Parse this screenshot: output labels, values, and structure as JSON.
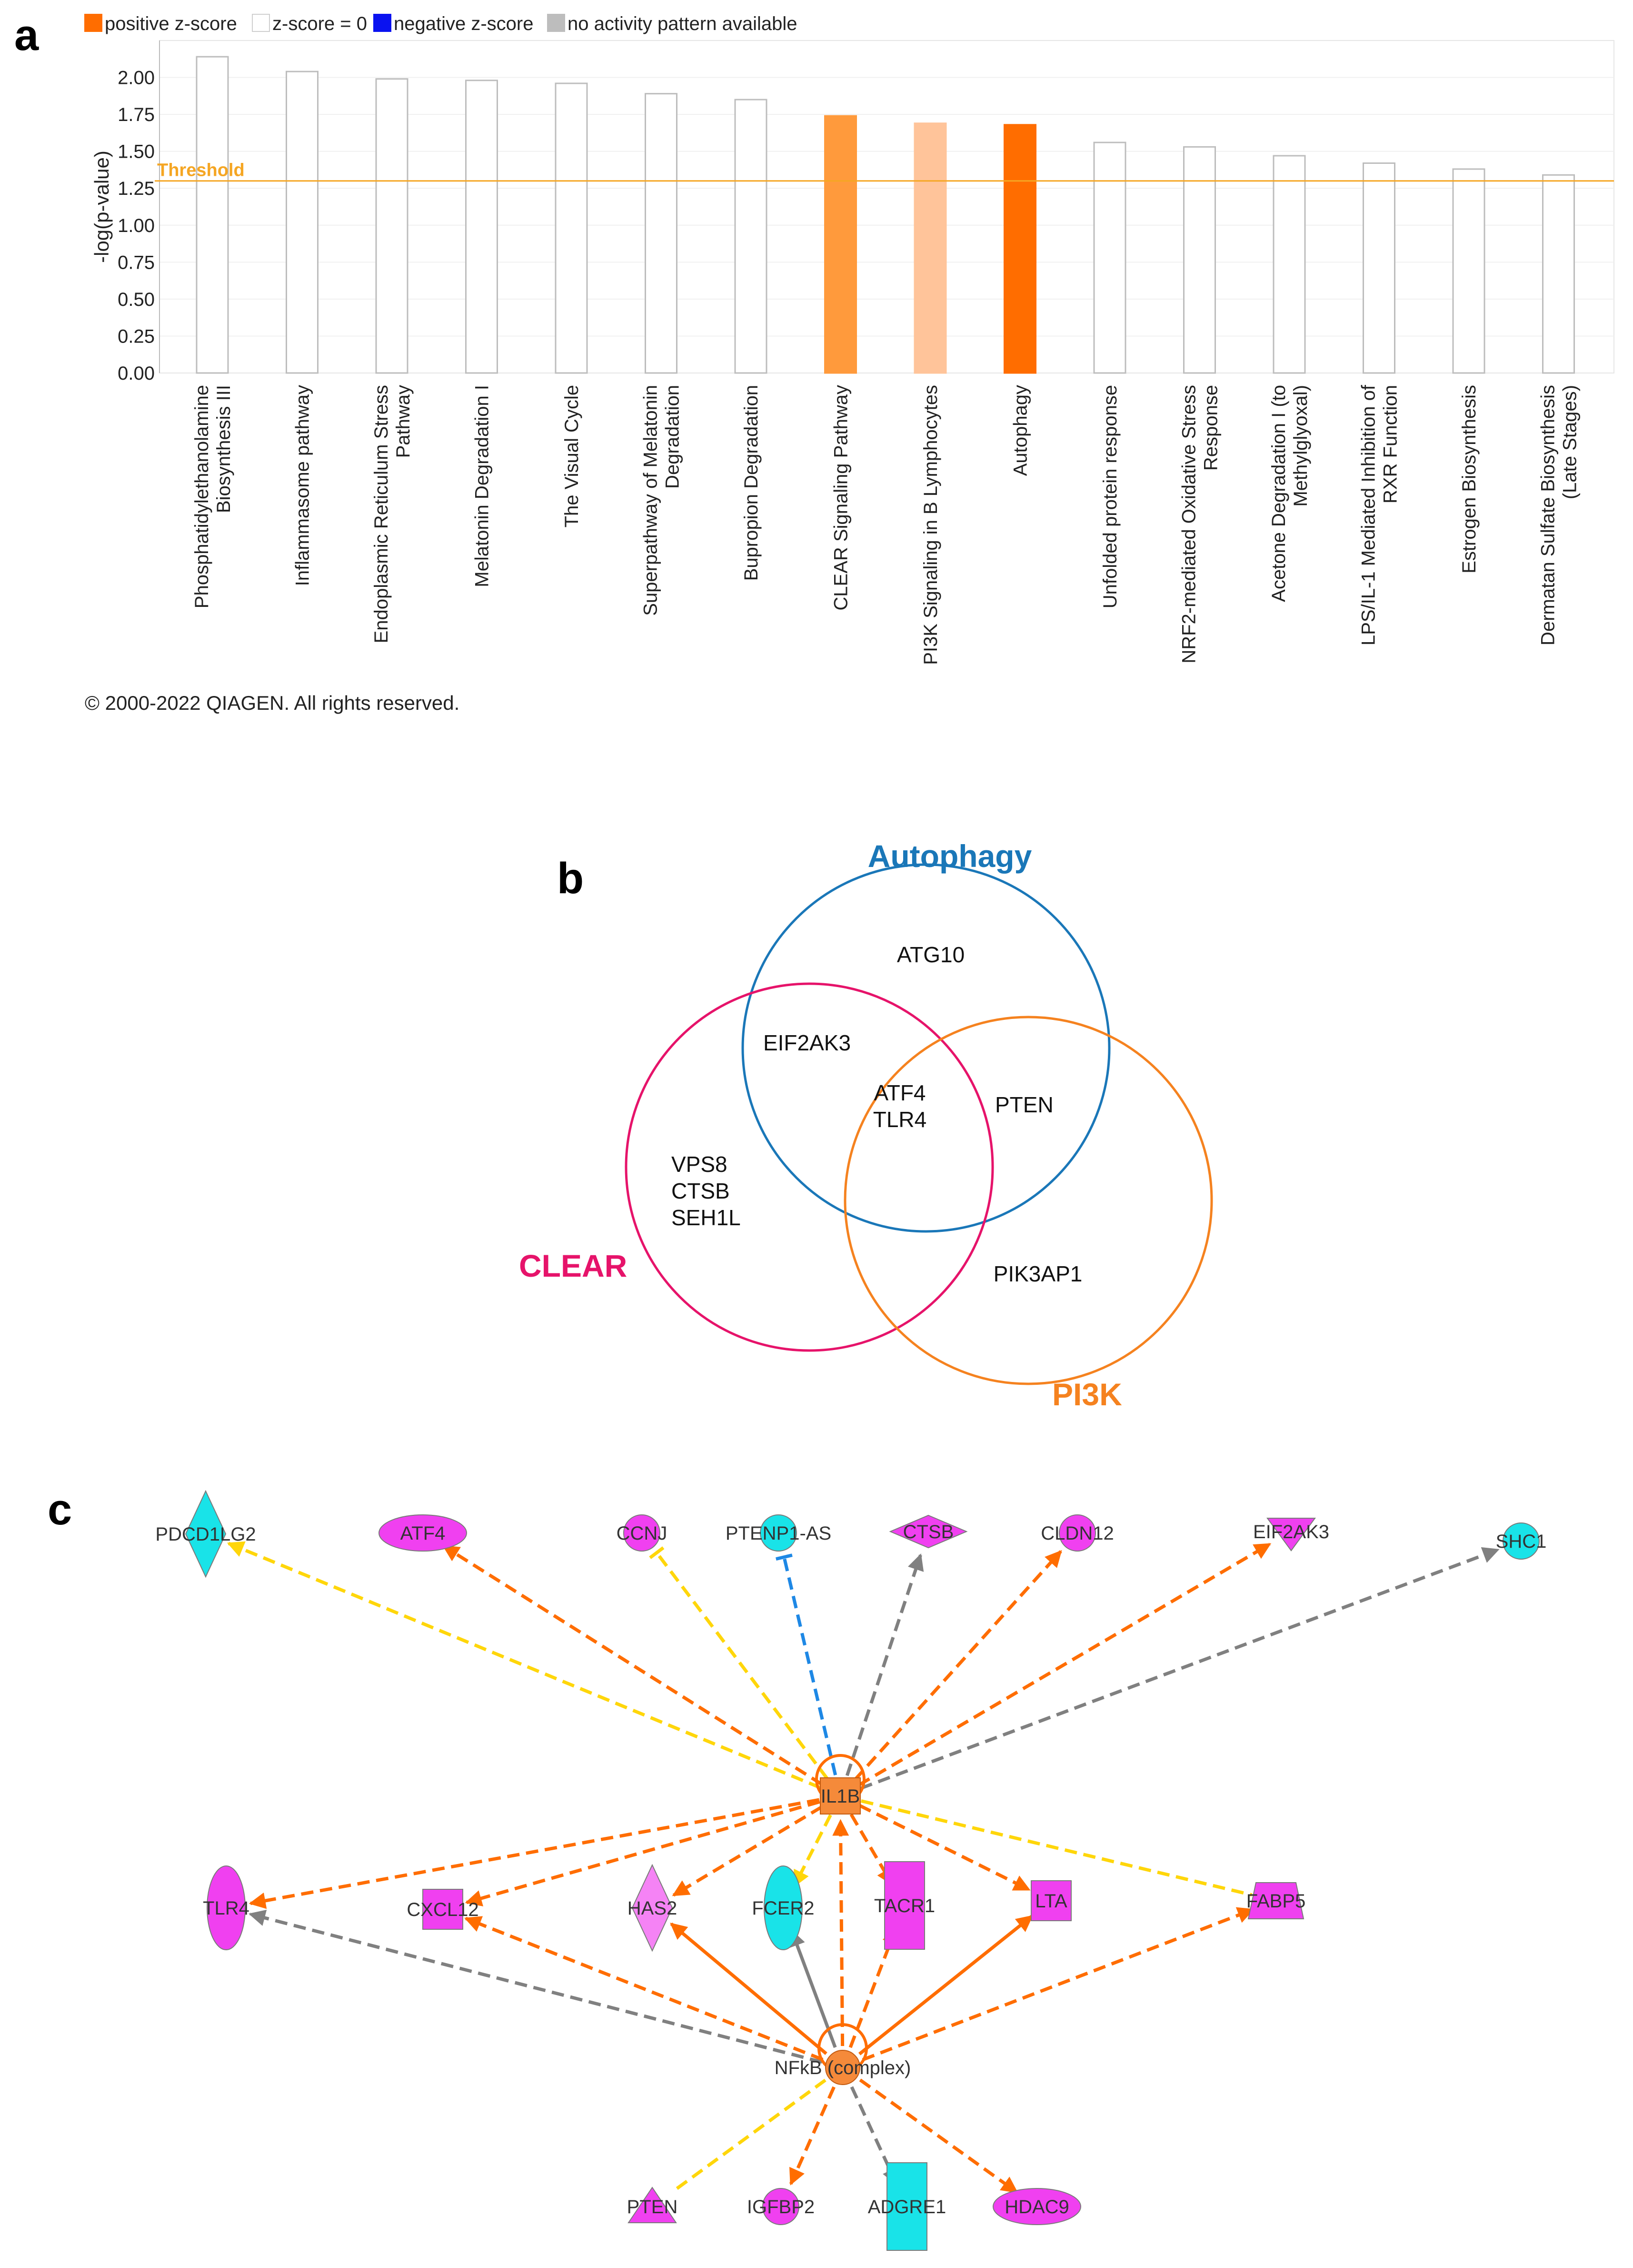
{
  "panels": {
    "a": "a",
    "b": "b",
    "c": "c"
  },
  "legend": {
    "items": [
      {
        "label": "positive z-score",
        "color": "#ff6d00",
        "stroke": "#ff6d00"
      },
      {
        "label": "z-score = 0",
        "color": "#ffffff",
        "stroke": "#cfcfcf"
      },
      {
        "label": "negative z-score",
        "color": "#0a12f0",
        "stroke": "#0a12f0"
      },
      {
        "label": "no activity pattern available",
        "color": "#bdbdbd",
        "stroke": "#bdbdbd"
      }
    ]
  },
  "copyright": "© 2000-2022 QIAGEN. All rights reserved.",
  "chart_data": [
    {
      "type": "bar",
      "ylabel": "-log(p-value)",
      "ylim": [
        0,
        2.25
      ],
      "yticks": [
        "0.00",
        "0.25",
        "0.50",
        "0.75",
        "1.00",
        "1.25",
        "1.50",
        "1.75",
        "2.00"
      ],
      "ytick_values": [
        0,
        0.25,
        0.5,
        0.75,
        1.0,
        1.25,
        1.5,
        1.75,
        2.0
      ],
      "threshold": {
        "label": "Threshold",
        "value": 1.3,
        "color": "#f5a623"
      },
      "grid": true,
      "categories": [
        [
          "Phosphatidylethanolamine",
          "Biosynthesis III"
        ],
        [
          "Inflammasome pathway"
        ],
        [
          "Endoplasmic Reticulum Stress",
          "Pathway"
        ],
        [
          "Melatonin Degradation I"
        ],
        [
          "The Visual Cycle"
        ],
        [
          "Superpathway of Melatonin",
          "Degradation"
        ],
        [
          "Bupropion Degradation"
        ],
        [
          "CLEAR Signaling Pathway"
        ],
        [
          "PI3K Signaling in B Lymphocytes"
        ],
        [
          "Autophagy"
        ],
        [
          "Unfolded protein response"
        ],
        [
          "NRF2-mediated Oxidative Stress",
          "Response"
        ],
        [
          "Acetone Degradation I (to",
          "Methylglyoxal)"
        ],
        [
          "LPS/IL-1 Mediated Inhibition of",
          "RXR Function"
        ],
        [
          "Estrogen Biosynthesis"
        ],
        [
          "Dermatan Sulfate Biosynthesis",
          "(Late Stages)"
        ]
      ],
      "values": [
        2.14,
        2.04,
        1.99,
        1.98,
        1.96,
        1.89,
        1.85,
        1.74,
        1.69,
        1.68,
        1.56,
        1.53,
        1.47,
        1.42,
        1.38,
        1.34
      ],
      "bar_colors": [
        "#ffffff",
        "#ffffff",
        "#ffffff",
        "#ffffff",
        "#ffffff",
        "#ffffff",
        "#ffffff",
        "#ff9a3c",
        "#ffc49a",
        "#ff6d00",
        "#ffffff",
        "#ffffff",
        "#ffffff",
        "#ffffff",
        "#ffffff",
        "#ffffff"
      ]
    },
    {
      "type": "venn",
      "sets": [
        {
          "name": "Autophagy",
          "color": "#1a77b8"
        },
        {
          "name": "CLEAR",
          "color": "#e6136a"
        },
        {
          "name": "PI3K",
          "color": "#f5821f"
        }
      ],
      "regions": {
        "autophagy_only": [
          "ATG10"
        ],
        "autophagy_clear": [
          "EIF2AK3"
        ],
        "autophagy_pi3k": [
          "PTEN"
        ],
        "all_three": [
          "ATF4",
          "TLR4"
        ],
        "clear_only": [
          "VPS8",
          "CTSB",
          "SEH1L"
        ],
        "pi3k_only": [
          "PIK3AP1"
        ]
      }
    }
  ],
  "network": {
    "hubs": [
      {
        "id": "IL1B",
        "label": "IL1B"
      },
      {
        "id": "NFKB",
        "label": "NFkB (complex)"
      }
    ],
    "nodes": [
      {
        "id": "PDCD1LG2",
        "label": "PDCD1LG2",
        "shape": "diamond",
        "color": "#19e3e8"
      },
      {
        "id": "ATF4",
        "label": "ATF4",
        "shape": "ellipse",
        "color": "#f040f0"
      },
      {
        "id": "CCNJ",
        "label": "CCNJ",
        "shape": "circle",
        "color": "#f040f0"
      },
      {
        "id": "PTENP1AS",
        "label": "PTENP1-AS",
        "shape": "circle",
        "color": "#19e3e8"
      },
      {
        "id": "CTSB",
        "label": "CTSB",
        "shape": "flatdiamond",
        "color": "#f040f0"
      },
      {
        "id": "CLDN12",
        "label": "CLDN12",
        "shape": "circle",
        "color": "#f040f0"
      },
      {
        "id": "EIF2AK3",
        "label": "EIF2AK3",
        "shape": "triangle-down",
        "color": "#f040f0"
      },
      {
        "id": "SHC1",
        "label": "SHC1",
        "shape": "circle",
        "color": "#19e3e8"
      },
      {
        "id": "TLR4",
        "label": "TLR4",
        "shape": "ellipse-v",
        "color": "#f040f0"
      },
      {
        "id": "CXCL12",
        "label": "CXCL12",
        "shape": "square",
        "color": "#f040f0"
      },
      {
        "id": "HAS2",
        "label": "HAS2",
        "shape": "diamond",
        "color": "#f583f5"
      },
      {
        "id": "FCER2",
        "label": "FCER2",
        "shape": "ellipse-v",
        "color": "#19e3e8"
      },
      {
        "id": "TACR1",
        "label": "TACR1",
        "shape": "rect-v",
        "color": "#f040f0"
      },
      {
        "id": "LTA",
        "label": "LTA",
        "shape": "square",
        "color": "#f040f0"
      },
      {
        "id": "FABP5",
        "label": "FABP5",
        "shape": "trapezoid",
        "color": "#f040f0"
      },
      {
        "id": "PTEN",
        "label": "PTEN",
        "shape": "triangle",
        "color": "#f040f0"
      },
      {
        "id": "IGFBP2",
        "label": "IGFBP2",
        "shape": "circle",
        "color": "#f040f0"
      },
      {
        "id": "ADGRE1",
        "label": "ADGRE1",
        "shape": "rect-v",
        "color": "#19e3e8"
      },
      {
        "id": "HDAC9",
        "label": "HDAC9",
        "shape": "ellipse",
        "color": "#f040f0"
      }
    ],
    "edges": [
      {
        "from": "IL1B",
        "to": "PDCD1LG2",
        "color": "#ffd60a",
        "head": "arrow"
      },
      {
        "from": "IL1B",
        "to": "ATF4",
        "color": "#ff6d00",
        "head": "arrow"
      },
      {
        "from": "IL1B",
        "to": "CCNJ",
        "color": "#ffd60a",
        "head": "bar"
      },
      {
        "from": "IL1B",
        "to": "PTENP1AS",
        "color": "#1e88e5",
        "head": "bar"
      },
      {
        "from": "IL1B",
        "to": "CTSB",
        "color": "#808080",
        "head": "arrow"
      },
      {
        "from": "IL1B",
        "to": "CLDN12",
        "color": "#ff6d00",
        "head": "arrow"
      },
      {
        "from": "IL1B",
        "to": "EIF2AK3",
        "color": "#ff6d00",
        "head": "arrow"
      },
      {
        "from": "IL1B",
        "to": "SHC1",
        "color": "#808080",
        "head": "arrow"
      },
      {
        "from": "IL1B",
        "to": "TLR4",
        "color": "#ff6d00",
        "head": "arrow"
      },
      {
        "from": "IL1B",
        "to": "CXCL12",
        "color": "#ff6d00",
        "head": "arrow"
      },
      {
        "from": "IL1B",
        "to": "HAS2",
        "color": "#ff6d00",
        "head": "arrow"
      },
      {
        "from": "IL1B",
        "to": "FCER2",
        "color": "#ffd60a",
        "head": "arrow"
      },
      {
        "from": "IL1B",
        "to": "TACR1",
        "color": "#ff6d00",
        "head": "arrow"
      },
      {
        "from": "IL1B",
        "to": "LTA",
        "color": "#ff6d00",
        "head": "arrow"
      },
      {
        "from": "IL1B",
        "to": "FABP5",
        "color": "#ffd60a",
        "head": "none"
      },
      {
        "from": "NFKB",
        "to": "IL1B",
        "color": "#ff6d00",
        "head": "arrow"
      },
      {
        "from": "NFKB",
        "to": "TLR4",
        "color": "#808080",
        "head": "arrow"
      },
      {
        "from": "NFKB",
        "to": "CXCL12",
        "color": "#ff6d00",
        "head": "arrow"
      },
      {
        "from": "NFKB",
        "to": "HAS2",
        "color": "#ff6d00",
        "head": "arrow",
        "solid": true
      },
      {
        "from": "NFKB",
        "to": "FCER2",
        "color": "#808080",
        "head": "arrow",
        "solid": true
      },
      {
        "from": "NFKB",
        "to": "TACR1",
        "color": "#ff6d00",
        "head": "arrow"
      },
      {
        "from": "NFKB",
        "to": "LTA",
        "color": "#ff6d00",
        "head": "arrow",
        "solid": true
      },
      {
        "from": "NFKB",
        "to": "FABP5",
        "color": "#ff6d00",
        "head": "arrow"
      },
      {
        "from": "NFKB",
        "to": "PTEN",
        "color": "#ffd60a",
        "head": "none"
      },
      {
        "from": "NFKB",
        "to": "IGFBP2",
        "color": "#ff6d00",
        "head": "arrow"
      },
      {
        "from": "NFKB",
        "to": "ADGRE1",
        "color": "#808080",
        "head": "arrow"
      },
      {
        "from": "NFKB",
        "to": "HDAC9",
        "color": "#ff6d00",
        "head": "arrow"
      }
    ]
  }
}
